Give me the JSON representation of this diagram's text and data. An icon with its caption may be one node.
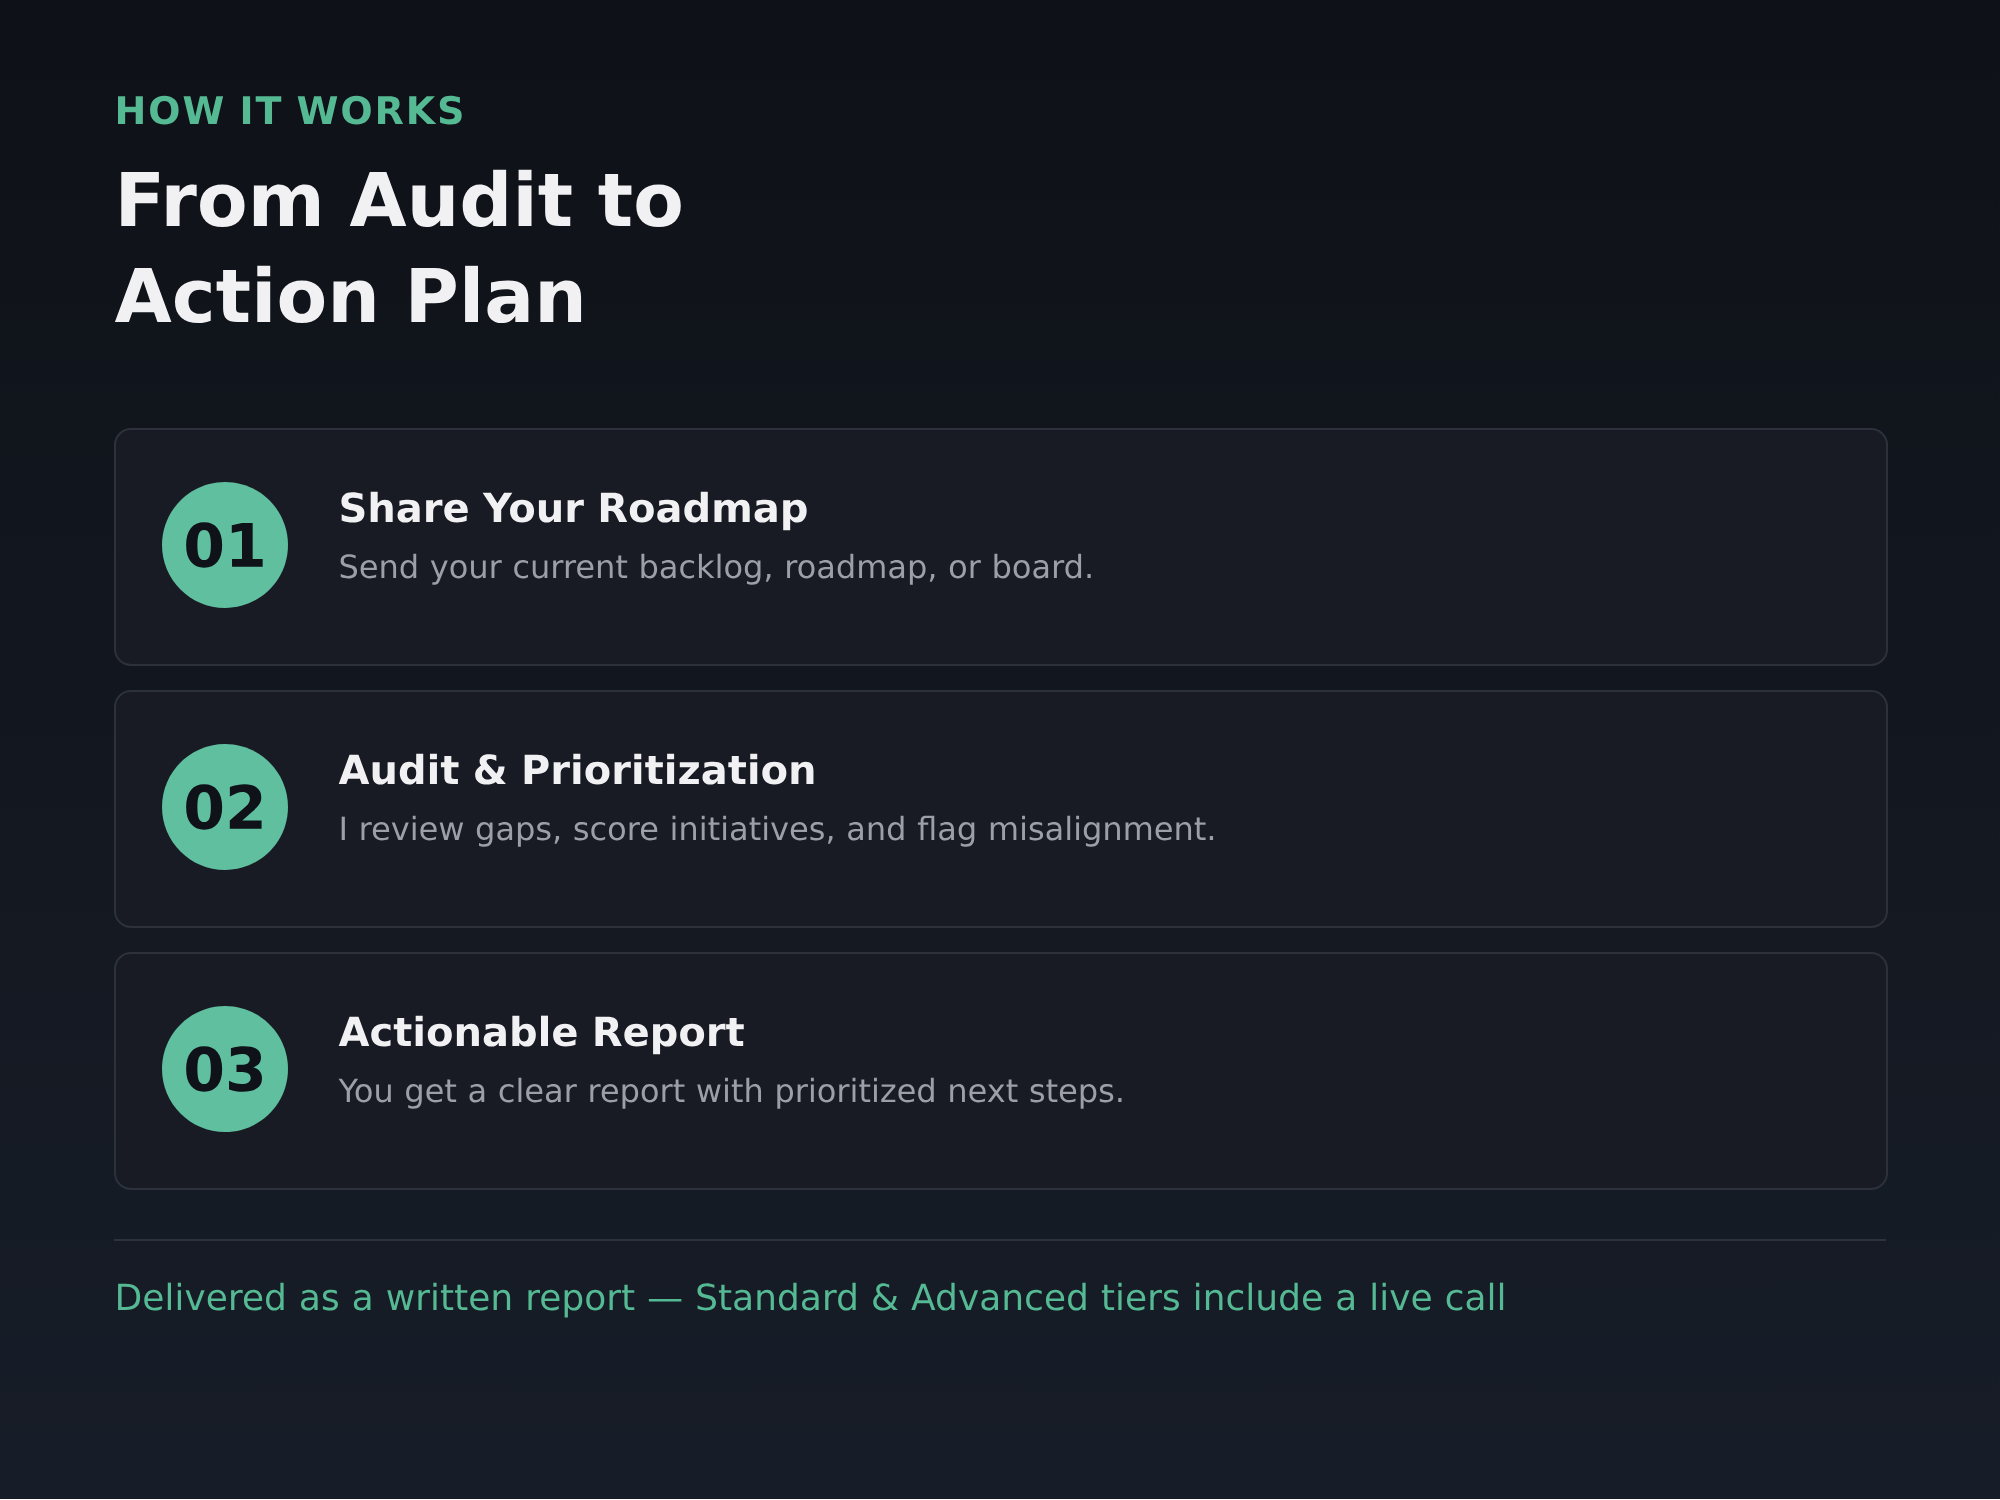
{
  "diagram": {
    "title": "From Audit to Action Plan",
    "caption": "Delivered as a written report — Standard & Advanced tiers include a live call",
    "nodes": [
      {
        "text": [
          "Share Your Roadmap",
          "Send your current backlog, roadmap, or board."
        ]
      },
      {
        "text": [
          "01"
        ],
        "in": 0
      },
      {
        "text": [
          "Audit & Prioritization",
          "I review gaps, score initiatives, and flag misalignment."
        ]
      },
      {
        "text": [
          "02"
        ],
        "in": 2
      },
      {
        "text": [
          "Actionable Report",
          "You get a clear report with prioritized next steps."
        ]
      },
      {
        "text": [
          "03"
        ],
        "in": 4
      }
    ],
    "labels": [
      "HOW IT WORKS"
    ]
  }
}
